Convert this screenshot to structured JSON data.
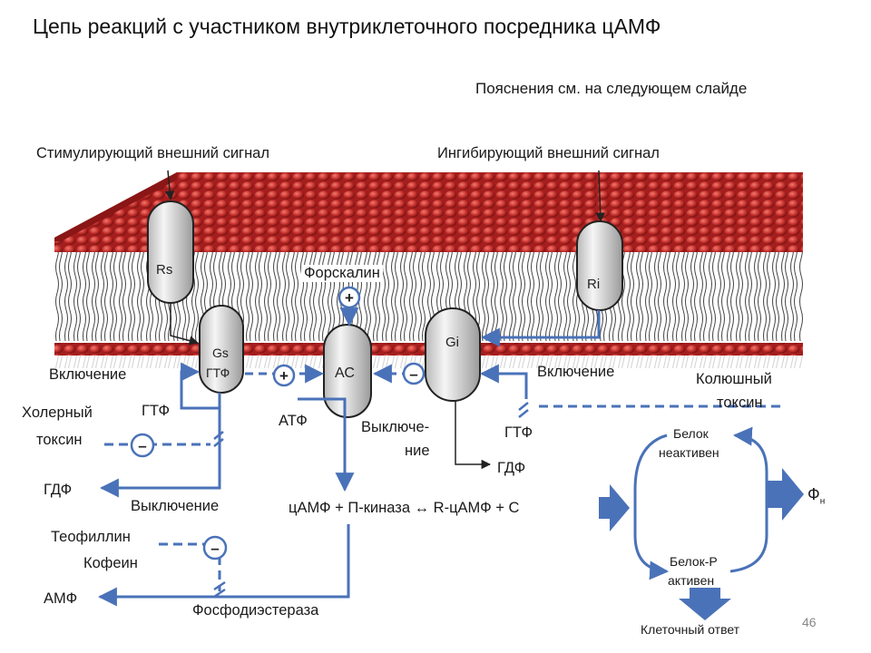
{
  "title": "Цепь реакций с участником внутриклеточного посредника цАМФ",
  "subtitle": "Пояснения см. на следующем слайде",
  "signals": {
    "stimulating": "Стимулирующий внешний сигнал",
    "inhibiting": "Ингибирующий внешний сигнал"
  },
  "proteins": {
    "rs": "Rs",
    "ri": "Ri",
    "gs_line1": "Gs",
    "gs_line2": "ГТФ",
    "ac": "АС",
    "gi": "Gi"
  },
  "labels": {
    "forskolin": "Форскалин",
    "switch_on_left": "Включение",
    "switch_on_right": "Включение",
    "cholera_toxin_1": "Холерный",
    "cholera_toxin_2": "токсин",
    "gtp_left": "ГТФ",
    "gtp_right": "ГТФ",
    "atp": "АТФ",
    "switch_off_mid_1": "Выключе-",
    "switch_off_mid_2": "ние",
    "gdp_right": "ГДФ",
    "gdp_left": "ГДФ",
    "switch_off_left": "Выключение",
    "pertussis_toxin_1": "Колюшный",
    "pertussis_toxin_2": "токсин",
    "theophylline": "Теофиллин",
    "caffeine": "Кофеин",
    "amp": "АМФ",
    "phosphodiesterase": "Фосфодиэстераза",
    "reaction": "цАМФ + П-киназа ↔ R-цАМФ + С",
    "protein_inactive_1": "Белок",
    "protein_inactive_2": "неактивен",
    "protein_active_1": "Белок-Р",
    "protein_active_2": "активен",
    "phi": "Ф",
    "phi_sub": "н",
    "cell_response": "Клеточный ответ",
    "plus_forskolin": "+",
    "plus_gs": "+",
    "minus_gi": "–",
    "minus_cholera": "–",
    "minus_theo": "–"
  },
  "page_number": "46",
  "colors": {
    "arrow_blue": "#4a72b8",
    "membrane_red": "#b8282a",
    "protein_gray": "#d9d9d9"
  }
}
